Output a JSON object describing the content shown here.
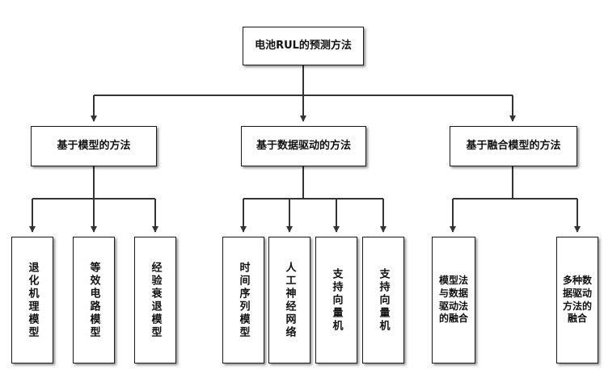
{
  "root": {
    "label": "电池RUL的预测方法"
  },
  "categories": [
    {
      "label": "基于模型的方法"
    },
    {
      "label": "基于数据驱动的方法"
    },
    {
      "label": "基于融合模型的方法"
    }
  ],
  "leaves": [
    {
      "label": "退化机理模型"
    },
    {
      "label": "等效电路模型"
    },
    {
      "label": "经验衰退模型"
    },
    {
      "label": "时间序列模型"
    },
    {
      "label": "人工神经网络"
    },
    {
      "label": "支持向量机"
    },
    {
      "label": "支持向量机"
    },
    {
      "label": "模型法与数据驱动法的融合"
    },
    {
      "label": "多种数据驱动方法的融合"
    }
  ],
  "colors": {
    "line": "#333333",
    "border": "#1a1a1a",
    "background": "#ffffff"
  }
}
